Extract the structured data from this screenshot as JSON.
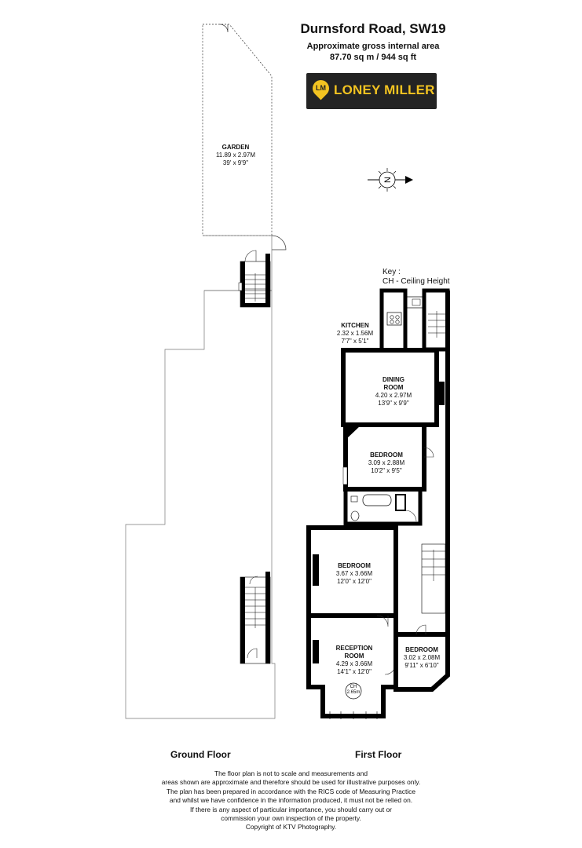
{
  "header": {
    "title": "Durnsford Road, SW19",
    "area_label": "Approximate gross internal area",
    "area_value": "87.70 sq m / 944 sq ft"
  },
  "brand": {
    "initials": "LM",
    "name": "LONEY MILLER",
    "color": "#f2c321",
    "bg": "#232323"
  },
  "compass": {
    "letter": "N"
  },
  "key": {
    "title": "Key :",
    "entry": "CH - Ceiling Height"
  },
  "rooms": {
    "garden": {
      "name": "GARDEN",
      "metric": "11.89 x 2.97M",
      "imperial": "39' x 9'9\""
    },
    "kitchen": {
      "name": "KITCHEN",
      "metric": "2.32 x 1.56M",
      "imperial": "7'7\" x 5'1\""
    },
    "dining": {
      "name1": "DINING",
      "name2": "ROOM",
      "metric": "4.20 x 2.97M",
      "imperial": "13'9\" x 9'9\""
    },
    "bedroom_mid": {
      "name": "BEDROOM",
      "metric": "3.09 x 2.88M",
      "imperial": "10'2\" x 9'5\""
    },
    "bedroom_main": {
      "name": "BEDROOM",
      "metric": "3.67 x 3.66M",
      "imperial": "12'0\" x 12'0\""
    },
    "reception": {
      "name1": "RECEPTION",
      "name2": "ROOM",
      "metric": "4.29 x 3.66M",
      "imperial": "14'1\" x 12'0\""
    },
    "bedroom_small": {
      "name": "BEDROOM",
      "metric": "3.02 x 2.08M",
      "imperial": "9'11\" x 6'10\""
    }
  },
  "ceiling": {
    "label": "CH",
    "value": "2.65m"
  },
  "floors": {
    "ground": "Ground Floor",
    "first": "First Floor"
  },
  "disclaimer": [
    "The floor plan is not to scale and measurements and",
    "areas shown are approximate and therefore should be used for illustrative purposes only.",
    "The plan has been prepared in accordance with the RICS code of Measuring Practice",
    "and whilst we have confidence in the information produced, it must not be relied on.",
    "If there is any aspect of particular importance, you should carry out or",
    "commission your own inspection of the property.",
    "Copyright of KTV Photography."
  ]
}
